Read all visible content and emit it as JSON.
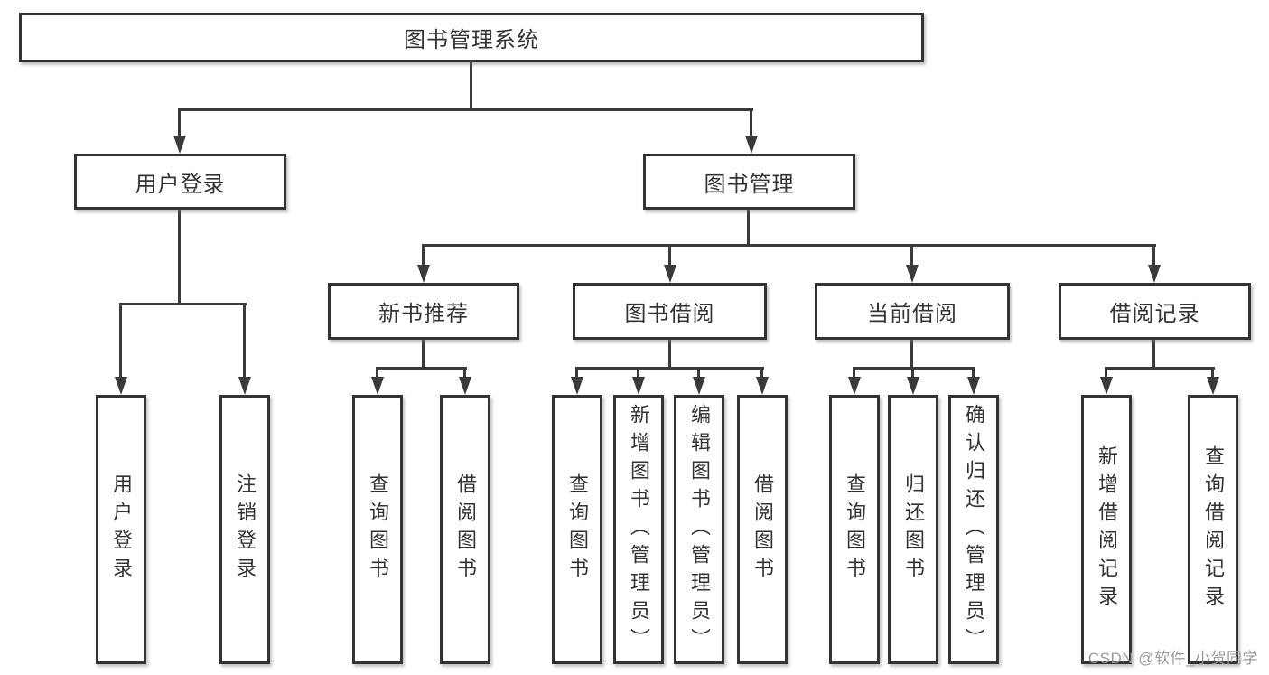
{
  "diagram": {
    "root": {
      "label": "图书管理系统"
    },
    "user_login": {
      "label": "用户登录",
      "children": [
        {
          "label": "用户登录"
        },
        {
          "label": "注销登录"
        }
      ]
    },
    "book_mgmt": {
      "label": "图书管理",
      "children": [
        {
          "label": "新书推荐",
          "children": [
            {
              "label": "查询图书"
            },
            {
              "label": "借阅图书"
            }
          ]
        },
        {
          "label": "图书借阅",
          "children": [
            {
              "label": "查询图书"
            },
            {
              "label": "新增图书（管理员）"
            },
            {
              "label": "编辑图书（管理员）"
            },
            {
              "label": "借阅图书"
            }
          ]
        },
        {
          "label": "当前借阅",
          "children": [
            {
              "label": "查询图书"
            },
            {
              "label": "归还图书"
            },
            {
              "label": "确认归还（管理员）"
            }
          ]
        },
        {
          "label": "借阅记录",
          "children": [
            {
              "label": "新增借阅记录"
            },
            {
              "label": "查询借阅记录"
            }
          ]
        }
      ]
    }
  },
  "watermark": "CSDN @软件_小贺同学",
  "colors": {
    "line": "#3a3a3a",
    "text": "#333333",
    "box_border": "#333333",
    "watermark": "#9a9a9a",
    "background": "#ffffff"
  }
}
